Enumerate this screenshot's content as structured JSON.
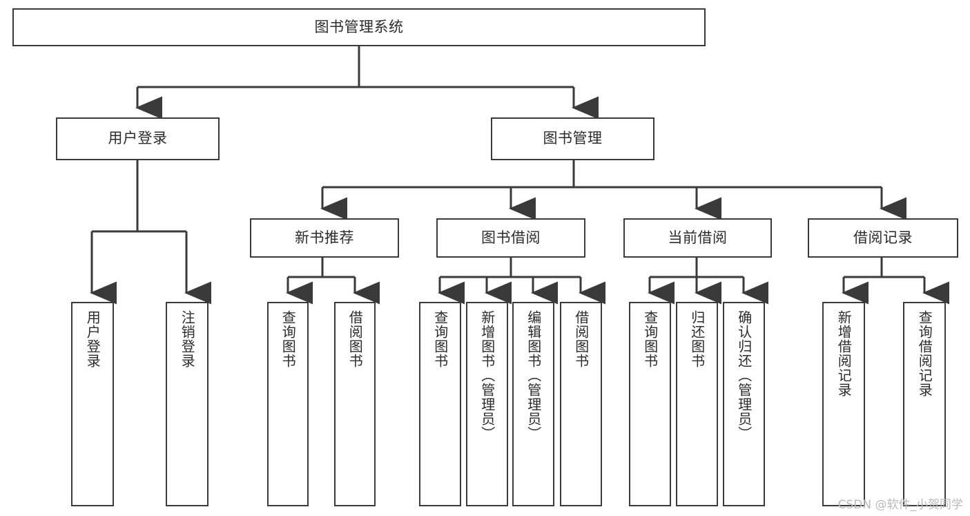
{
  "diagram": {
    "type": "tree-hierarchy-chart",
    "title": "图书管理系统",
    "watermark": "CSDN @软件_小贺同学",
    "colors": {
      "box_border": "#3a3a3a",
      "connector": "#3a3a3a",
      "background": "#ffffff",
      "text": "#2b2b2b",
      "watermark": "#b9b9b9"
    },
    "levels": {
      "root": {
        "label": "图书管理系统"
      },
      "level2": [
        {
          "label": "用户登录"
        },
        {
          "label": "图书管理"
        }
      ],
      "level3": [
        {
          "label": "新书推荐"
        },
        {
          "label": "图书借阅"
        },
        {
          "label": "当前借阅"
        },
        {
          "label": "借阅记录"
        }
      ],
      "leaves": {
        "user_login": [
          {
            "label": "用户登录"
          },
          {
            "label": "注销登录"
          }
        ],
        "new_book_recommend": [
          {
            "label": "查询图书"
          },
          {
            "label": "借阅图书"
          }
        ],
        "book_borrow": [
          {
            "label": "查询图书"
          },
          {
            "label": "新增图书（管理员）"
          },
          {
            "label": "编辑图书（管理员）"
          },
          {
            "label": "借阅图书"
          }
        ],
        "current_borrow": [
          {
            "label": "查询图书"
          },
          {
            "label": "归还图书"
          },
          {
            "label": "确认归还（管理员）"
          }
        ],
        "borrow_record": [
          {
            "label": "新增借阅记录"
          },
          {
            "label": "查询借阅记录"
          }
        ]
      }
    }
  }
}
